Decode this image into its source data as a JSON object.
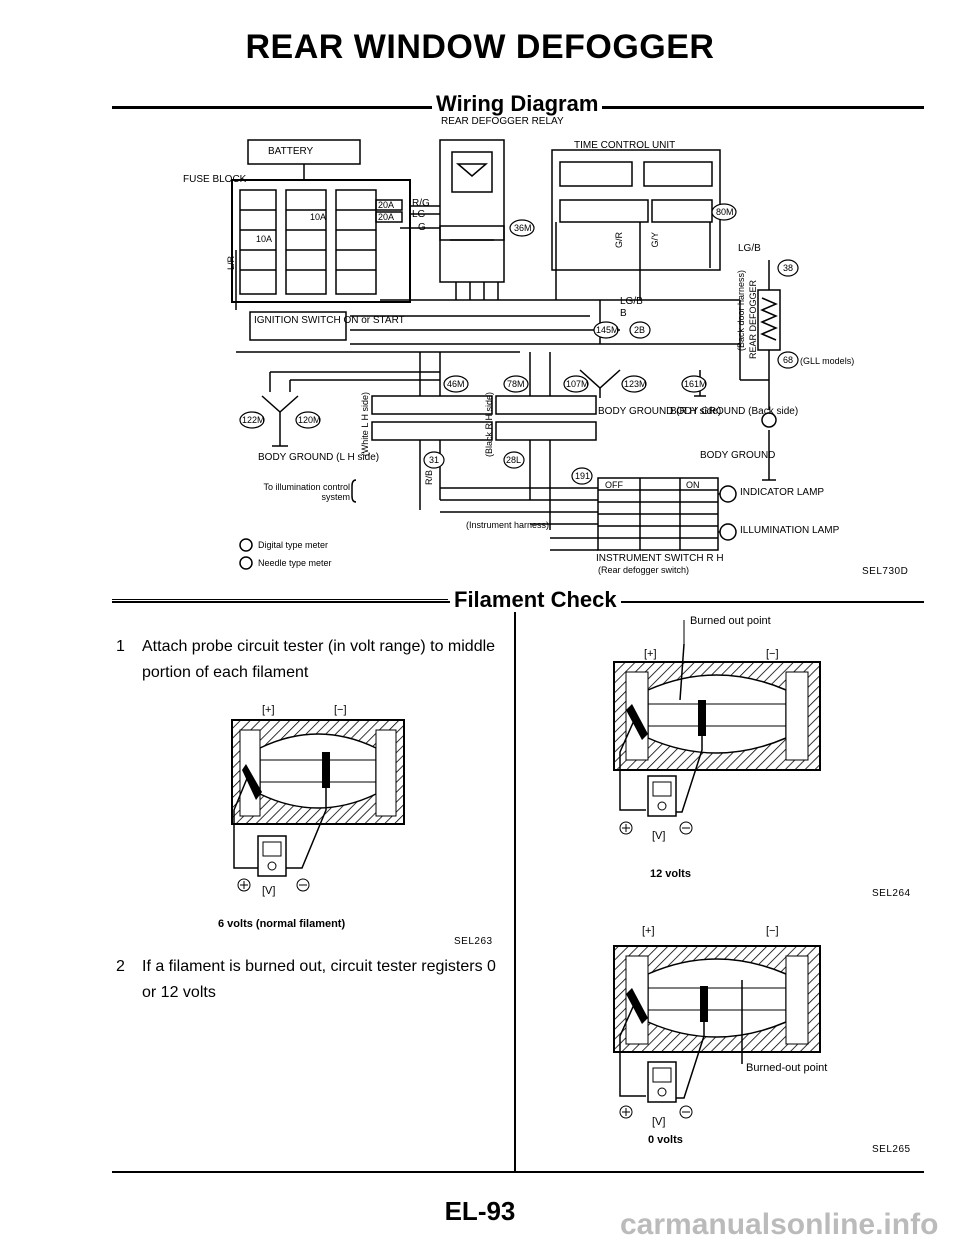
{
  "page": {
    "title": "REAR WINDOW DEFOGGER",
    "section_wiring": "Wiring Diagram",
    "section_filament": "Filament Check",
    "page_number": "EL-93",
    "watermark": "carmanualsonline.info"
  },
  "wiring": {
    "battery": "BATTERY",
    "fuse_block": "FUSE BLOCK",
    "relay": "REAR DEFOGGER RELAY",
    "time_control_unit": "TIME CONTROL UNIT",
    "ignition_switch": "IGNITION SWITCH ON or START",
    "fuse_20a_1": "20A",
    "fuse_20a_2": "20A",
    "fuse_10a_1": "10A",
    "fuse_10a_2": "10A",
    "wire_lr": "L/R",
    "wire_rg": "R/G",
    "wire_lg": "LG",
    "wire_g": "G",
    "wire_lgb": "LG/B",
    "wire_b": "B",
    "wire_gy": "G/Y",
    "wire_gr": "G/R",
    "wire_rb": "R/B",
    "conn_36m": "36M",
    "conn_80m": "80M",
    "conn_38": "38",
    "conn_145m": "145M",
    "conn_2b": "2B",
    "conn_68": "68",
    "gll_models": "(GLL models)",
    "conn_46m": "46M",
    "conn_78m": "78M",
    "conn_107m": "107M",
    "conn_123m": "123M",
    "conn_161m": "161M",
    "conn_122m": "122M",
    "conn_120m": "120M",
    "conn_31": "31",
    "conn_28l": "28L",
    "conn_191": "191",
    "back_door_harness": "(Back door harness)",
    "rear_defogger": "REAR DEFOGGER",
    "white_lh": "(White L H side)",
    "black_rh": "(Black R H side)",
    "body_ground_rh": "BODY GROUND (R H side)",
    "body_ground_back": "BODY GROUND (Back side)",
    "body_ground": "BODY GROUND",
    "body_ground_lh": "BODY GROUND (L H side)",
    "to_illumination": "To illumination control system",
    "instrument_harness": "(Instrument harness)",
    "indicator_lamp": "INDICATOR LAMP",
    "illumination_lamp": "ILLUMINATION LAMP",
    "instrument_switch": "INSTRUMENT SWITCH R H",
    "rear_defogger_switch": "(Rear defogger switch)",
    "legend_d": "Digital type meter",
    "legend_n": "Needle type meter",
    "switch_off": "OFF",
    "switch_on": "ON",
    "diagram_code": "SEL730D"
  },
  "filament": {
    "step1_num": "1",
    "step1_text": "Attach probe circuit tester (in volt range) to middle portion of each filament",
    "step2_num": "2",
    "step2_text": "If a filament is burned out, circuit tester registers 0 or 12 volts",
    "plus": "[+]",
    "minus": "[−]",
    "volts_unit": "[V]",
    "caption_6v": "6 volts (normal filament)",
    "code_263": "SEL263",
    "caption_12v": "12 volts",
    "code_264": "SEL264",
    "caption_0v": "0 volts",
    "code_265": "SEL265",
    "burned_out_point_top": "Burned out point",
    "burned_out_point_bottom": "Burned-out point"
  }
}
